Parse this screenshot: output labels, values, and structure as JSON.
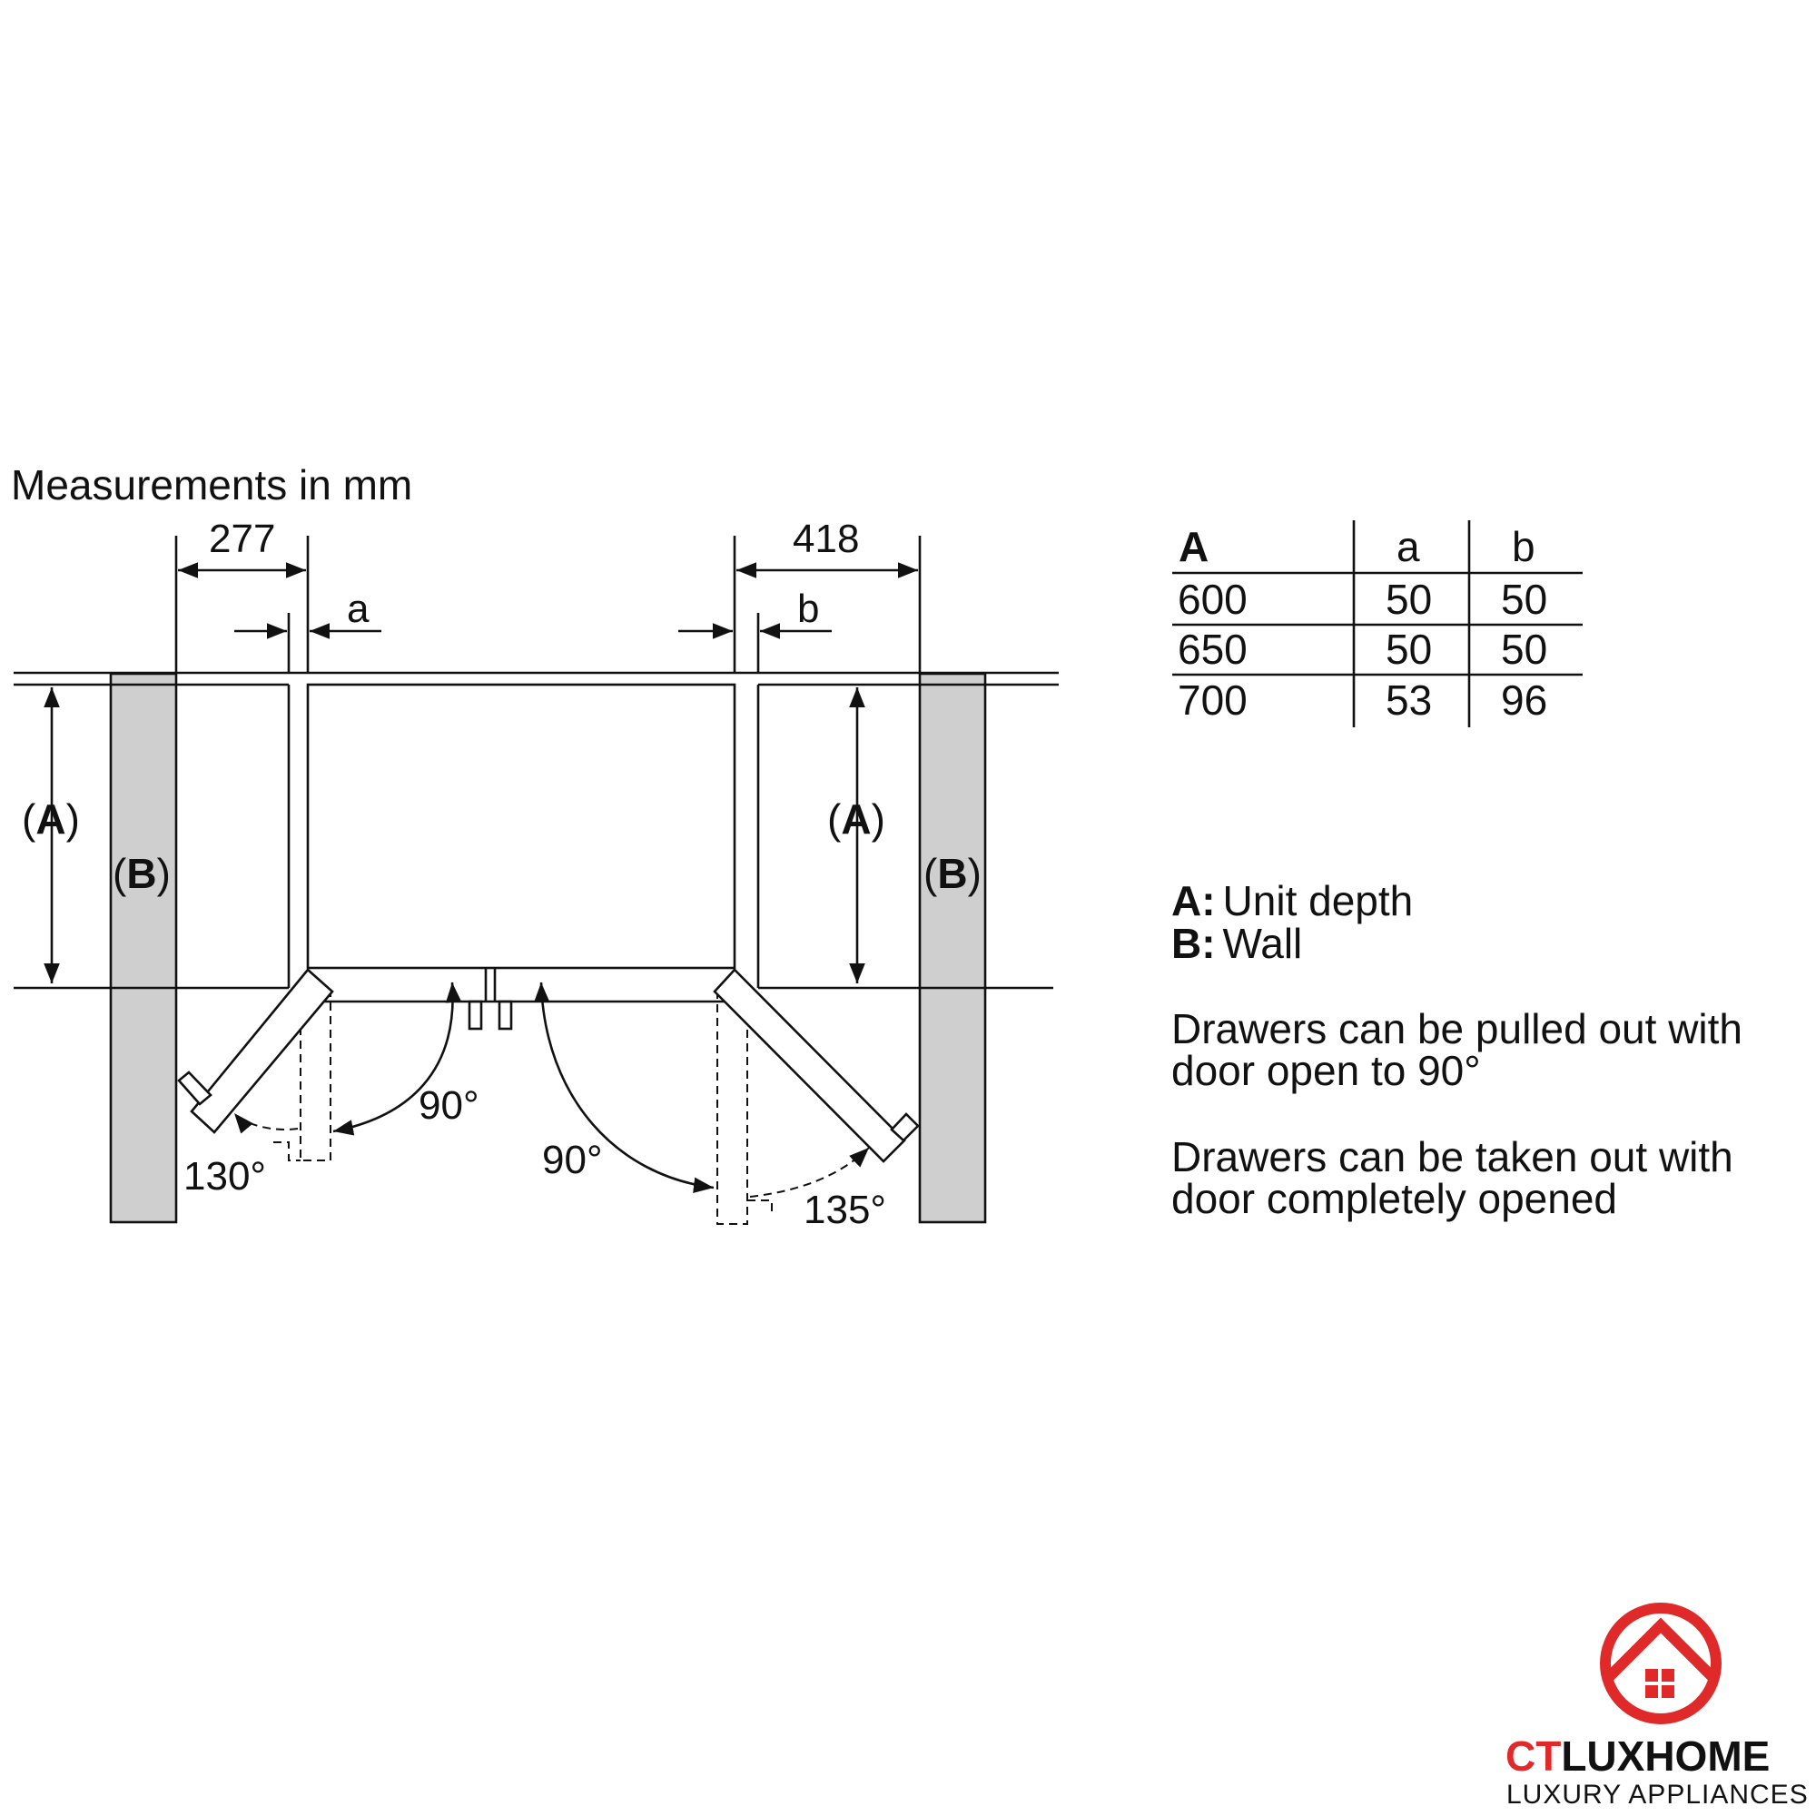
{
  "header": {
    "measurements_label": "Measurements in mm"
  },
  "dimensions": {
    "left_clearance": "277",
    "right_clearance": "418",
    "gap_left": "a",
    "gap_right": "b",
    "depth_label_open": "(",
    "depth_label_letter": "A",
    "depth_label_close": ")",
    "wall_label_letter": "B"
  },
  "angles": {
    "left_open": "90°",
    "left_full": "130°",
    "right_open": "90°",
    "right_full": "135°"
  },
  "table": {
    "headers": [
      "A",
      "a",
      "b"
    ],
    "rows": [
      [
        "600",
        "50",
        "50"
      ],
      [
        "650",
        "50",
        "50"
      ],
      [
        "700",
        "53",
        "96"
      ]
    ]
  },
  "legend": {
    "a_key": "A:",
    "a_text": "Unit depth",
    "b_key": "B:",
    "b_text": "Wall",
    "note1_line1": "Drawers can be pulled out with",
    "note1_line2": "door open to 90°",
    "note2_line1": "Drawers can be taken out with",
    "note2_line2": "door completely opened"
  },
  "logo": {
    "brand_prefix": "CT",
    "brand_name": "LUXHOME",
    "tagline": "LUXURY APPLIANCES",
    "brand_color": "#e02a2a",
    "text_color": "#2a2a2a"
  }
}
